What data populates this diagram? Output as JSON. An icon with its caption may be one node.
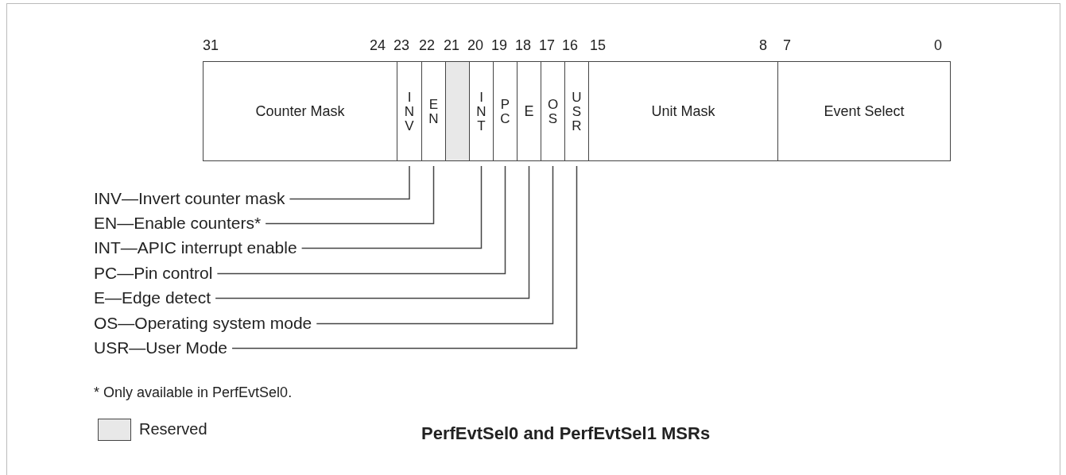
{
  "diagram": {
    "caption": "PerfEvtSel0 and PerfEvtSel1 MSRs",
    "nodes": [
      {
        "text": [
          "Counter Mask"
        ]
      },
      {
        "text": [
          "INV"
        ]
      },
      {
        "text": [
          "EN"
        ]
      },
      {
        "text": [],
        "shape": "box"
      },
      {
        "text": [
          "INT"
        ]
      },
      {
        "text": [
          "PC"
        ]
      },
      {
        "text": [
          "E"
        ]
      },
      {
        "text": [
          "OS"
        ]
      },
      {
        "text": [
          "USR"
        ]
      },
      {
        "text": [
          "Unit Mask"
        ]
      },
      {
        "text": [
          "Event Select"
        ]
      },
      {
        "text": [
          "INV—Invert counter mask"
        ]
      },
      {
        "text": [
          "EN—Enable counters*"
        ]
      },
      {
        "text": [
          "INT—APIC interrupt enable"
        ]
      },
      {
        "text": [
          "PC—Pin control"
        ]
      },
      {
        "text": [
          "E—Edge detect"
        ]
      },
      {
        "text": [
          "OS—Operating system mode"
        ]
      },
      {
        "text": [
          "USR—User Mode"
        ]
      }
    ],
    "edges": [
      {
        "from": 11,
        "to": 1,
        "arrow": "none"
      },
      {
        "from": 12,
        "to": 2,
        "arrow": "none"
      },
      {
        "from": 13,
        "to": 4,
        "arrow": "none"
      },
      {
        "from": 14,
        "to": 5,
        "arrow": "none"
      },
      {
        "from": 15,
        "to": 6,
        "arrow": "none"
      },
      {
        "from": 16,
        "to": 7,
        "arrow": "none"
      },
      {
        "from": 17,
        "to": 8,
        "arrow": "none"
      }
    ],
    "labels": [
      "31",
      "24",
      "23",
      "22",
      "21",
      "20",
      "19",
      "18",
      "17",
      "16",
      "15",
      "8",
      "7",
      "0",
      "* Only available in PerfEvtSel0."
    ],
    "legend": [
      {
        "text": "Reserved",
        "color": "#e8e8e8"
      }
    ]
  }
}
